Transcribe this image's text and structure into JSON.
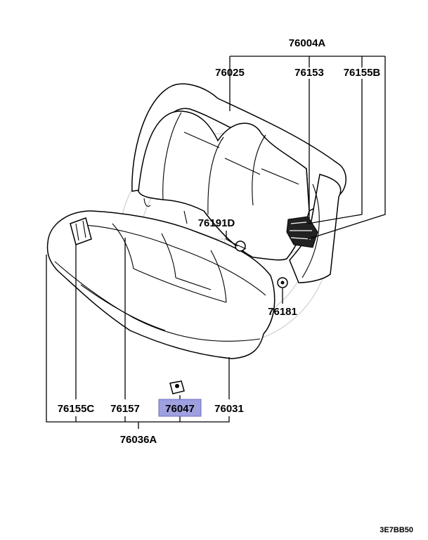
{
  "diagram": {
    "labels": {
      "p76004A": "76004A",
      "p76025": "76025",
      "p76153": "76153",
      "p76155B": "76155B",
      "p76191D": "76191D",
      "p76181": "76181",
      "p76155C": "76155C",
      "p76157": "76157",
      "p76047": "76047",
      "p76031": "76031",
      "p76036A": "76036A"
    },
    "highlight_color": "#9fa0e0",
    "drawing_code": "3E7BB50"
  }
}
